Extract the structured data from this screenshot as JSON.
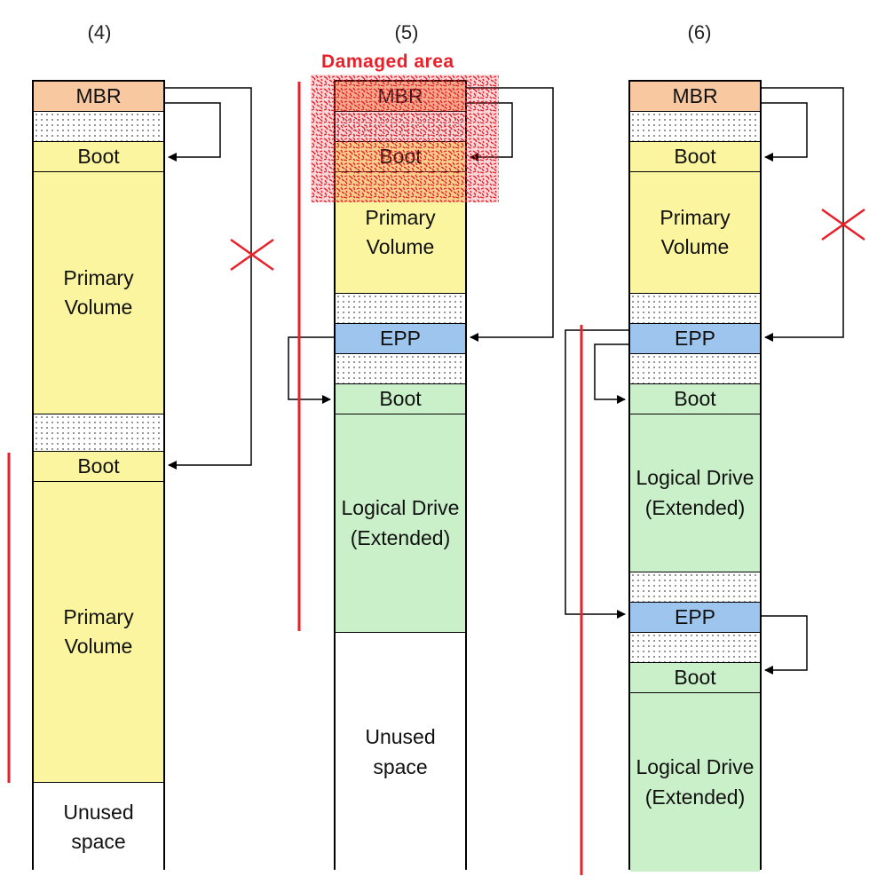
{
  "titles": [
    "(4)",
    "(5)",
    "(6)"
  ],
  "damaged_label": "Damaged area",
  "columns": [
    {
      "segments": [
        {
          "type": "mbr",
          "label": "MBR"
        },
        {
          "type": "gap",
          "label": ""
        },
        {
          "type": "boot-y",
          "label": "Boot"
        },
        {
          "type": "prim",
          "label": "Primary\nVolume"
        },
        {
          "type": "gap",
          "label": ""
        },
        {
          "type": "boot-y",
          "label": "Boot"
        },
        {
          "type": "prim",
          "label": "Primary\nVolume"
        },
        {
          "type": "unused",
          "label": "Unused\nspace"
        }
      ]
    },
    {
      "segments": [
        {
          "type": "mbr",
          "label": "MBR"
        },
        {
          "type": "gap",
          "label": ""
        },
        {
          "type": "boot-y",
          "label": "Boot"
        },
        {
          "type": "prim",
          "label": "Primary\nVolume"
        },
        {
          "type": "gap",
          "label": ""
        },
        {
          "type": "epp",
          "label": "EPP"
        },
        {
          "type": "gap",
          "label": ""
        },
        {
          "type": "boot-g",
          "label": "Boot"
        },
        {
          "type": "logi",
          "label": "Logical Drive\n(Extended)"
        },
        {
          "type": "unused",
          "label": "Unused\nspace"
        }
      ]
    },
    {
      "segments": [
        {
          "type": "mbr",
          "label": "MBR"
        },
        {
          "type": "gap",
          "label": ""
        },
        {
          "type": "boot-y",
          "label": "Boot"
        },
        {
          "type": "prim",
          "label": "Primary\nVolume"
        },
        {
          "type": "gap",
          "label": ""
        },
        {
          "type": "epp",
          "label": "EPP"
        },
        {
          "type": "gap",
          "label": ""
        },
        {
          "type": "boot-g",
          "label": "Boot"
        },
        {
          "type": "logi",
          "label": "Logical Drive\n(Extended)"
        },
        {
          "type": "gap",
          "label": ""
        },
        {
          "type": "epp",
          "label": "EPP"
        },
        {
          "type": "gap",
          "label": ""
        },
        {
          "type": "boot-g",
          "label": "Boot"
        },
        {
          "type": "logi",
          "label": "Logical Drive\n(Extended)"
        }
      ]
    }
  ],
  "colors": {
    "mbr": "#f8c9a0",
    "primary": "#fcf5a0",
    "epp": "#9ec5ee",
    "logical": "#c9f0c9",
    "marker": "#e8202a",
    "damage": "#e8202a"
  }
}
